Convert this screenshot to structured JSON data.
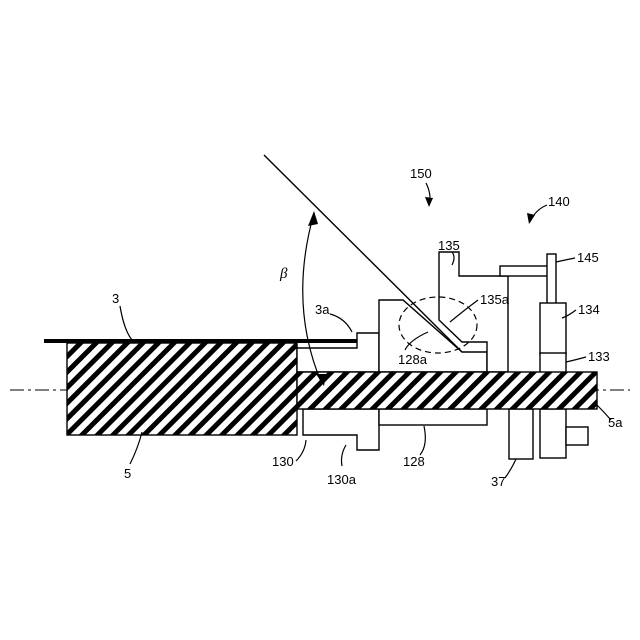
{
  "diagram": {
    "colors": {
      "line": "#000000",
      "background": "#ffffff"
    },
    "labels": {
      "l150": "150",
      "l140": "140",
      "l135": "135",
      "l145": "145",
      "l3": "3",
      "lbeta": "β",
      "l3a": "3a",
      "l135a": "135a",
      "l134": "134",
      "l128a": "128a",
      "l133": "133",
      "l5a": "5a",
      "l5": "5",
      "l130": "130",
      "l130a": "130a",
      "l128": "128",
      "l37": "37"
    }
  }
}
